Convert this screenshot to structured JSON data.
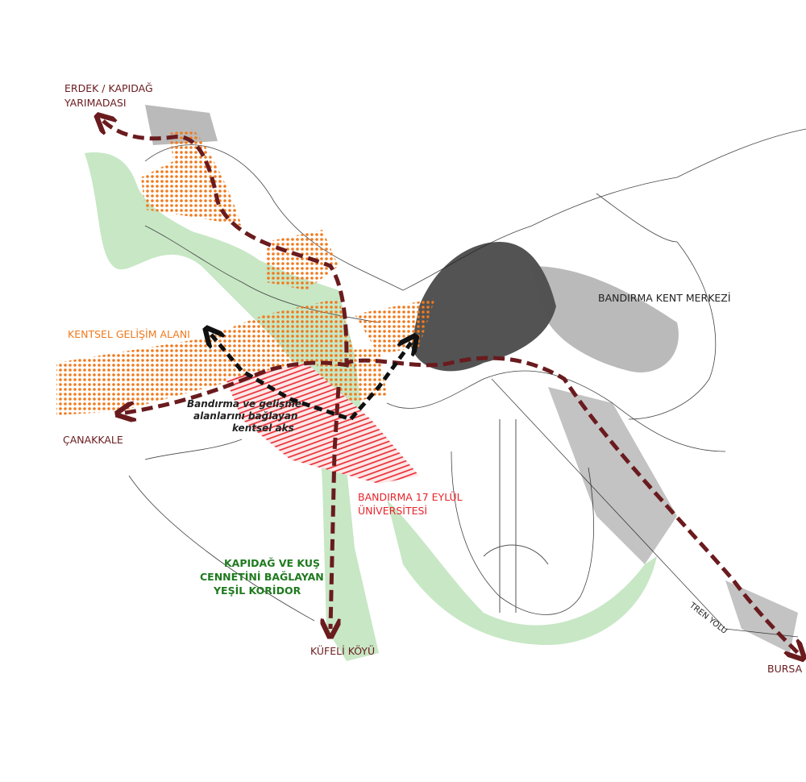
{
  "title": "Bandırma kentsel gelişim şeması",
  "labels": {
    "erdek_line1": "ERDEK / KAPIDAĞ",
    "erdek_line2": "YARIMADASI",
    "kentsel_gelisim": "KENTSEL GELİŞİM ALANI",
    "canakkale": "ÇANAKKALE",
    "aks_line1": "Bandırma ve gelişme",
    "aks_line2": "alanlarını bağlayan",
    "aks_line3": "kentsel aks",
    "kent_merkezi": "BANDIRMA KENT MERKEZİ",
    "universite_line1": "BANDIRMA 17 EYLÜL",
    "universite_line2": "ÜNİVERSİTESİ",
    "koridor_line1": "KAPIDAĞ VE KUŞ",
    "koridor_line2": "CENNETİNİ BAĞLAYAN",
    "koridor_line3": "YEŞİL KORİDOR",
    "kufeli": "KÜFELİ KÖYÜ",
    "tren_yolu": "TREN YOLU",
    "bursa": "BURSA"
  },
  "colors": {
    "route": "#6a1b1e",
    "development": "#f07a1e",
    "university": "#e8232b",
    "green_corridor": "#c7e7c5",
    "urban_axis": "#111111"
  }
}
